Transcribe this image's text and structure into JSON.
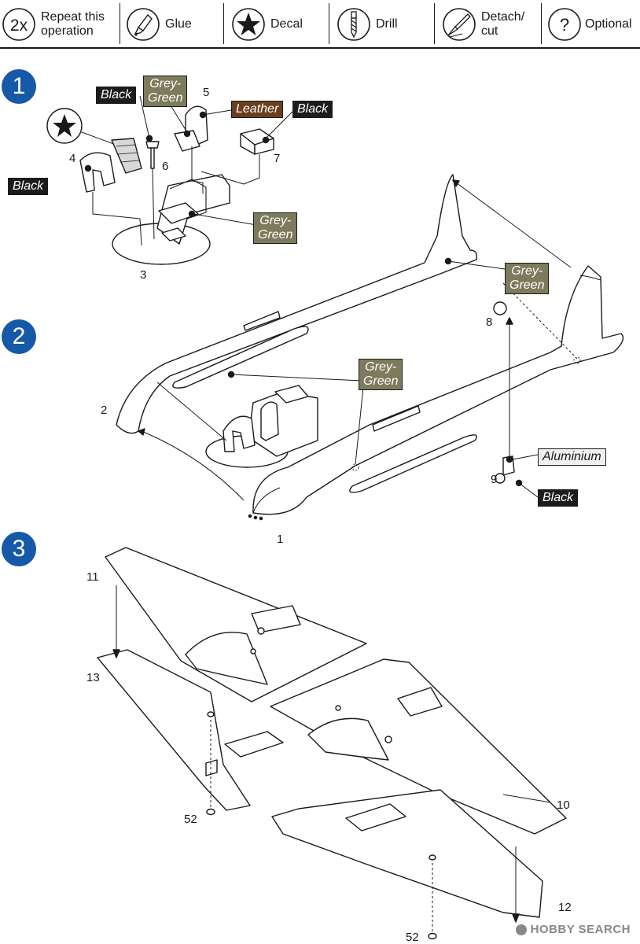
{
  "legend": {
    "repeat": {
      "icon": "2x",
      "text": "Repeat this\noperation"
    },
    "glue": {
      "text": "Glue"
    },
    "decal": {
      "text": "Decal"
    },
    "drill": {
      "text": "Drill"
    },
    "detach": {
      "text": "Detach/\ncut"
    },
    "optional": {
      "icon": "?",
      "text": "Optional"
    }
  },
  "steps": {
    "s1": "1",
    "s2": "2",
    "s3": "3"
  },
  "colors": {
    "step_blue": "#1659a8",
    "black": "#1c1c1c",
    "grey_green": "#7d7b5c",
    "leather": "#6b3e1f",
    "aluminium": "#eef0ee"
  },
  "parts": {
    "p1": "1",
    "p2": "2",
    "p3": "3",
    "p4": "4",
    "p5": "5",
    "p6": "6",
    "p7": "7",
    "p8": "8",
    "p9": "9",
    "p10": "10",
    "p11": "11",
    "p12": "12",
    "p13": "13",
    "p52a": "52",
    "p52b": "52"
  },
  "paint": {
    "black": "Black",
    "grey_green": "Grey-\nGreen",
    "leather": "Leather",
    "aluminium": "Aluminium"
  },
  "watermark": "HOBBY SEARCH"
}
